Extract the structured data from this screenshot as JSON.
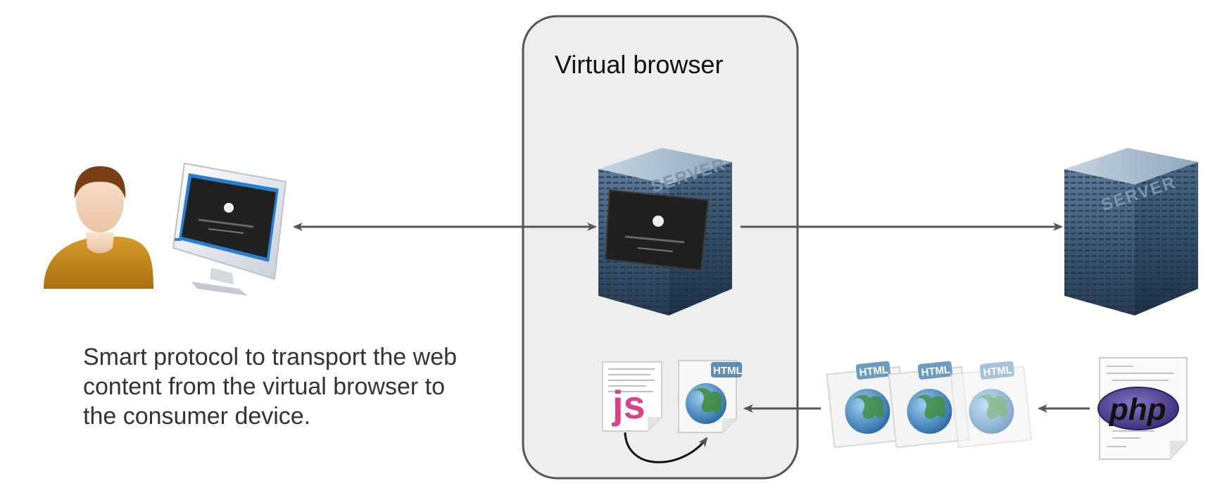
{
  "virtual_browser": {
    "title": "Virtual browser"
  },
  "description": {
    "lines": [
      "Smart protocol to transport the web",
      "content from the virtual browser to",
      "the consumer device."
    ]
  },
  "server_label": "SERVER",
  "html_badge": "HTML",
  "js_label": "js",
  "php_label": "php",
  "colors": {
    "box_fill": "#eeeeee",
    "box_stroke": "#555555",
    "arrow": "#555555",
    "server_dark": "#2f4a66",
    "server_light": "#9bb3c8",
    "person_shirt": "#c98a1e",
    "js_pink": "#d9418a",
    "php_purple": "#5b4a9a"
  }
}
